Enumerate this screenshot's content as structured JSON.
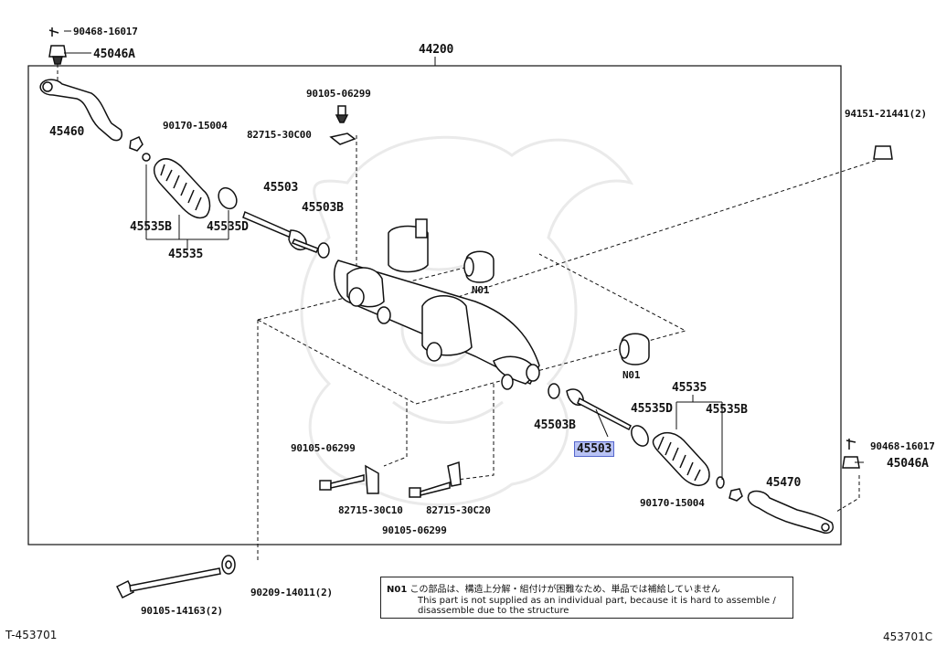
{
  "diagram": {
    "assembly_label": "44200",
    "labels": {
      "p90468_top": "90468-16017",
      "p45046A_left": "45046A",
      "p45460": "45460",
      "p90170_left": "90170-15004",
      "p90105_top": "90105-06299",
      "p82715_c00": "82715-30C00",
      "p94151": "94151-21441(2)",
      "p45503_left": "45503",
      "p45503B_left": "45503B",
      "p45535B_left": "45535B",
      "p45535D_left": "45535D",
      "p45535_left": "45535",
      "n01_top": "N01",
      "n01_right": "N01",
      "p45503B_right": "45503B",
      "p45503_right": "45503",
      "p45535_right": "45535",
      "p45535D_right": "45535D",
      "p45535B_right": "45535B",
      "p90468_right": "90468-16017",
      "p45046A_right": "45046A",
      "p45470": "45470",
      "p90170_right": "90170-15004",
      "p90105_mid_left": "90105-06299",
      "p82715_c10": "82715-30C10",
      "p82715_c20": "82715-30C20",
      "p90105_bottom": "90105-06299",
      "p90105_14163": "90105-14163(2)",
      "p90209": "90209-14011(2)"
    },
    "note": {
      "code": "N01",
      "japanese": "この部品は、構造上分解・組付けが困難なため、単品では補給していません",
      "english": "This part is not supplied as an individual part, because it is hard to assemble /\ndisassemble due to the structure"
    },
    "footer": {
      "left_code": "T-453701",
      "right_code": "453701C"
    },
    "colors": {
      "highlight": "#b9c3f5",
      "line": "#111111"
    }
  }
}
